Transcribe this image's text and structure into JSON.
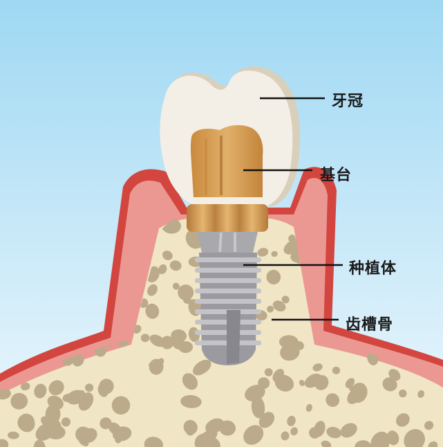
{
  "labels": {
    "crown": "牙冠",
    "abutment": "基台",
    "implant": "种植体",
    "bone": "齿槽骨"
  },
  "colors": {
    "sky_top": "#9fd8f3",
    "sky_bottom": "#eef8fd",
    "gum_outer": "#d2463f",
    "gum_inner": "#ec9892",
    "bone_fill": "#f0e5c4",
    "bone_cell": "#bcab8a",
    "crown": "#f3efe6",
    "crown_shadow": "#d9cfbb",
    "abutment": "#d9a25a",
    "implant": "#a4a4a8"
  }
}
